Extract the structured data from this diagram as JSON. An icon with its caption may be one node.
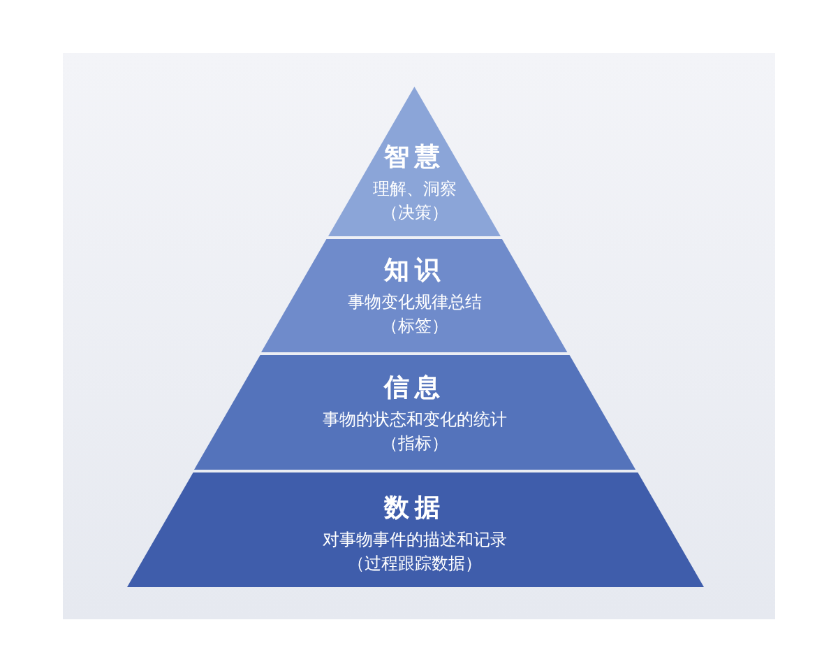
{
  "diagram": {
    "nodes": [
      {
        "text": [
          "智慧",
          "理解、洞察",
          "（决策）"
        ]
      },
      {
        "text": [
          "知识",
          "事物变化规律总结",
          "（标签）"
        ]
      },
      {
        "text": [
          "信息",
          "事物的状态和变化的统计",
          "（指标）"
        ]
      },
      {
        "text": [
          "数据",
          "对事物事件的描述和记录",
          "（过程跟踪数据）"
        ]
      }
    ]
  }
}
